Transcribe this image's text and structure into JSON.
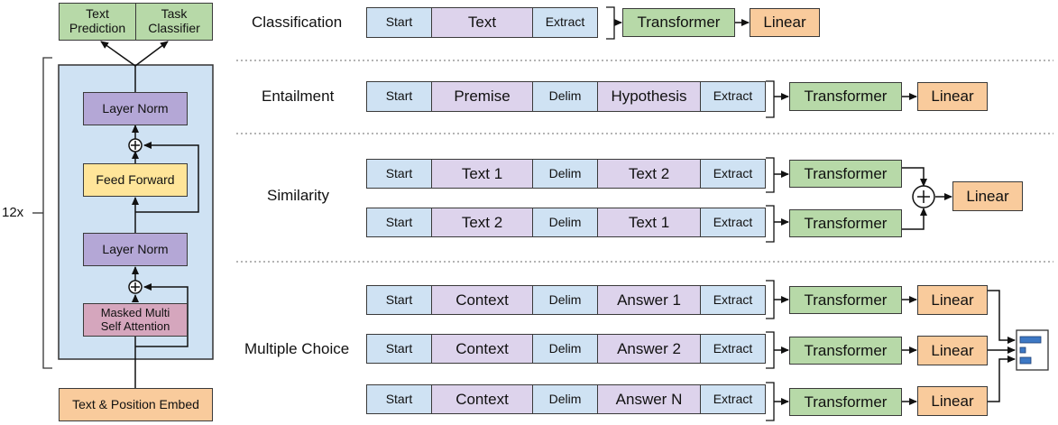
{
  "architecture": {
    "repeat_label": "12x",
    "layer_norm_top": "Layer Norm",
    "feed_forward": "Feed Forward",
    "layer_norm_bottom": "Layer Norm",
    "attention_line1": "Masked Multi",
    "attention_line2": "Self Attention",
    "embed": "Text & Position Embed",
    "text_prediction_line1": "Text",
    "text_prediction_line2": "Prediction",
    "task_classifier_line1": "Task",
    "task_classifier_line2": "Classifier"
  },
  "tasks": {
    "classification": {
      "label": "Classification",
      "tokens": [
        "Start",
        "Text",
        "Extract"
      ],
      "transformer": "Transformer",
      "linear": "Linear"
    },
    "entailment": {
      "label": "Entailment",
      "tokens": [
        "Start",
        "Premise",
        "Delim",
        "Hypothesis",
        "Extract"
      ],
      "transformer": "Transformer",
      "linear": "Linear"
    },
    "similarity": {
      "label": "Similarity",
      "rows": [
        [
          "Start",
          "Text 1",
          "Delim",
          "Text 2",
          "Extract"
        ],
        [
          "Start",
          "Text 2",
          "Delim",
          "Text 1",
          "Extract"
        ]
      ],
      "transformers": [
        "Transformer",
        "Transformer"
      ],
      "plus": "+",
      "linear": "Linear"
    },
    "multiple_choice": {
      "label": "Multiple Choice",
      "rows": [
        [
          "Start",
          "Context",
          "Delim",
          "Answer 1",
          "Extract"
        ],
        [
          "Start",
          "Context",
          "Delim",
          "Answer 2",
          "Extract"
        ],
        [
          "Start",
          "Context",
          "Delim",
          "Answer N",
          "Extract"
        ]
      ],
      "transformers": [
        "Transformer",
        "Transformer",
        "Transformer"
      ],
      "linears": [
        "Linear",
        "Linear",
        "Linear"
      ]
    }
  },
  "colors": {
    "token_blue": "#cfe2f3",
    "token_lavender": "#ddd3ec",
    "transformer_green": "#b7d9a8",
    "linear_orange": "#f9cb9c",
    "layer_norm_purple": "#b4a7d6",
    "feed_forward_yellow": "#ffe599",
    "attention_pink": "#d5a6bd",
    "transformer_stack_bg": "#cfe2f3"
  }
}
